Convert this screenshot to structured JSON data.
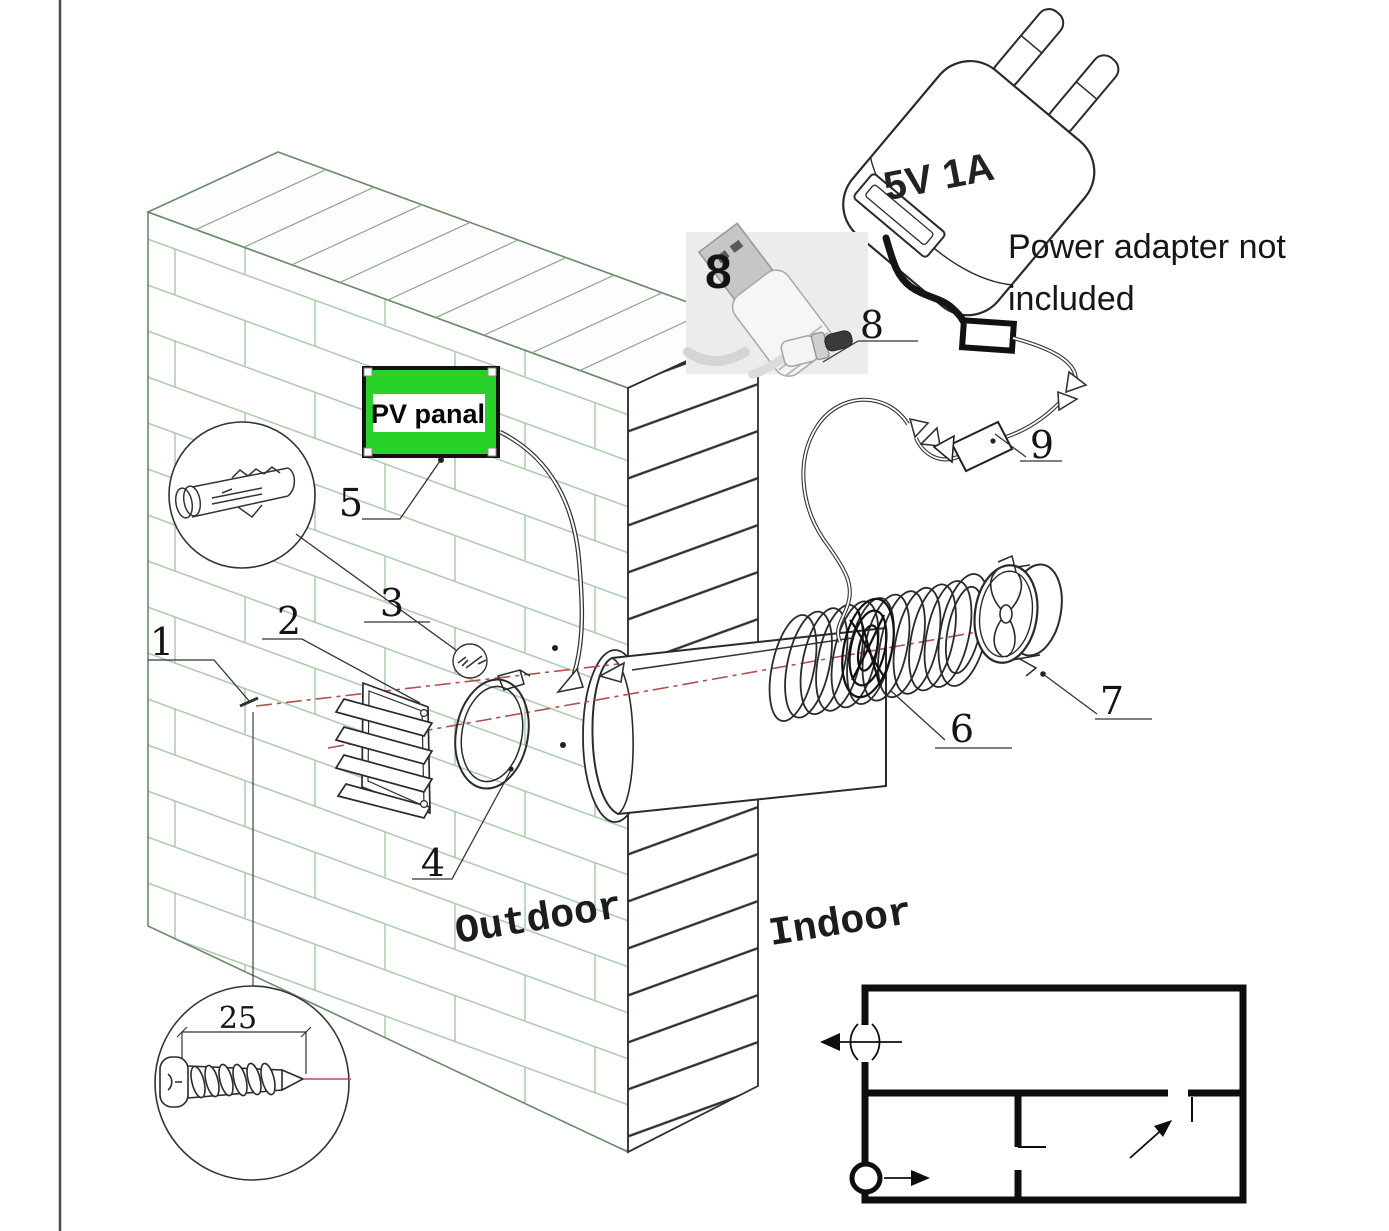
{
  "diagram": {
    "type": "wall-duct-fan-installation-diagram",
    "labels": {
      "n1": "1",
      "n2": "2",
      "n3": "3",
      "n4": "4",
      "n5": "5",
      "n6": "6",
      "n7": "7",
      "n8_photo": "8",
      "n8_cable": "8",
      "n9": "9",
      "screw_length_mm": "25",
      "pv_panel": "PV panal",
      "adapter_rating": "5V 1A",
      "adapter_note_line1": "Power adapter not",
      "adapter_note_line2": "included",
      "outdoor": "Outdoor",
      "indoor": "Indoor"
    },
    "colors": {
      "pv_green": "#28d228",
      "brick_line_green": "#a5c6a5",
      "wall_edge_green": "#6a8a6a",
      "dark_line": "#2b2b2b",
      "centerline_red": "#b05050",
      "photo_background": "#ececec",
      "schematic_black": "#0e0e0e"
    }
  }
}
